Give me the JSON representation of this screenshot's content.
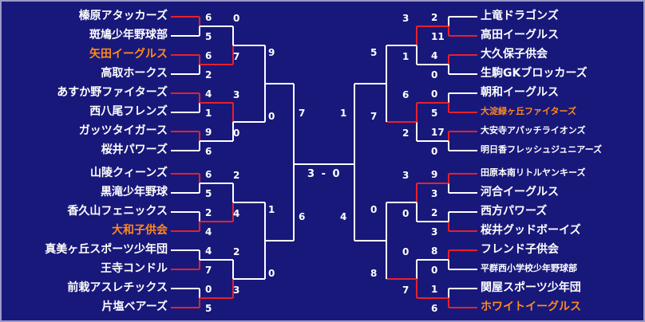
{
  "left_teams": [
    {
      "name": "榛原アタッカーズ",
      "highlight": false
    },
    {
      "name": "斑鳩少年野球部",
      "highlight": false
    },
    {
      "name": "矢田イーグルス",
      "highlight": true
    },
    {
      "name": "高取ホークス",
      "highlight": false
    },
    {
      "name": "あすか野ファイターズ",
      "highlight": false
    },
    {
      "name": "西八尾フレンズ",
      "highlight": false
    },
    {
      "name": "ガッツタイガース",
      "highlight": false
    },
    {
      "name": "桜井パワーズ",
      "highlight": false
    },
    {
      "name": "山陵クィーンズ",
      "highlight": false
    },
    {
      "name": "黒滝少年野球",
      "highlight": false
    },
    {
      "name": "香久山フェニックス",
      "highlight": false
    },
    {
      "name": "大和子供会",
      "highlight": true
    },
    {
      "name": "真美ヶ丘スポーツ少年団",
      "highlight": false
    },
    {
      "name": "王寺コンドル",
      "highlight": false
    },
    {
      "name": "前栽アスレチックス",
      "highlight": false
    },
    {
      "name": "片塩ベアーズ",
      "highlight": false
    }
  ],
  "right_teams": [
    {
      "name": "上竜ドラゴンズ",
      "highlight": false
    },
    {
      "name": "高田イーグルス",
      "highlight": false
    },
    {
      "name": "大久保子供会",
      "highlight": false
    },
    {
      "name": "生駒GKブロッカーズ",
      "highlight": false
    },
    {
      "name": "朝和イーグルス",
      "highlight": false
    },
    {
      "name": "大淀緑ヶ丘ファイターズ",
      "highlight": true
    },
    {
      "name": "大安寺アパッチライオンズ",
      "highlight": false
    },
    {
      "name": "明日香フレッシュジュニアーズ",
      "highlight": false
    },
    {
      "name": "田原本南リトルヤンキーズ",
      "highlight": false
    },
    {
      "name": "河合イーグルス",
      "highlight": false
    },
    {
      "name": "西方パワーズ",
      "highlight": false
    },
    {
      "name": "桜井グッドボーイズ",
      "highlight": false
    },
    {
      "name": "フレンド子供会",
      "highlight": false
    },
    {
      "name": "平群西小学校少年野球部",
      "highlight": false
    },
    {
      "name": "関屋スポーツ少年団",
      "highlight": false
    },
    {
      "name": "ホワイトイーグルス",
      "highlight": true
    }
  ],
  "left_scores": {
    "r1": [
      "6",
      "5",
      "6",
      "2",
      "4",
      "1",
      "9",
      "6",
      "6",
      "5",
      "2",
      "4",
      "4",
      "7",
      "0",
      "5"
    ],
    "r2": [
      "0",
      "7",
      "3",
      "0",
      "2",
      "4",
      "2",
      "3"
    ],
    "r3": [
      "9",
      "0",
      "1",
      "0"
    ],
    "semi": [
      "7",
      "6"
    ]
  },
  "right_scores": {
    "r1": [
      "2",
      "11",
      "4",
      "0",
      "0",
      "5",
      "17",
      "0",
      "9",
      "3",
      "2",
      "3",
      "8",
      "0",
      "1",
      "6"
    ],
    "r2": [
      "3",
      "1",
      "6",
      "2",
      "3",
      "0",
      "0",
      "7"
    ],
    "r3": [
      "5",
      "7",
      "0",
      "8"
    ],
    "semi": [
      "1",
      "4"
    ]
  },
  "final_score": "3 - 0",
  "colors": {
    "background": "#18187a",
    "border": "#9a9ac8",
    "line_white": "#ffffff",
    "line_winner": "#e8202a",
    "highlight_text": "#ff8a1e"
  }
}
